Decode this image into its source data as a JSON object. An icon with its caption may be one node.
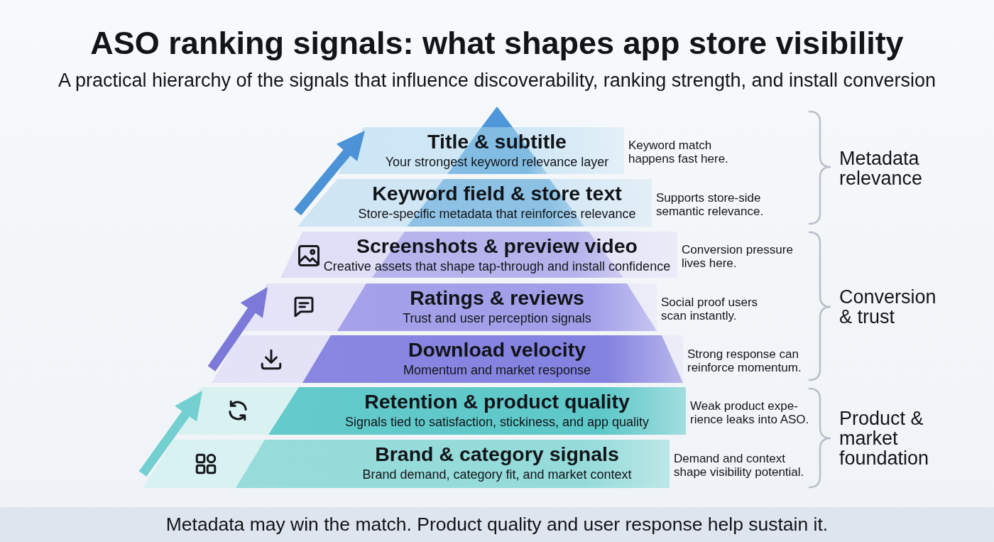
{
  "diagram": {
    "title": "ASO ranking signals: what shapes app store visibility",
    "caption": "Metadata may win the match. Product quality and user response help sustain it.",
    "nodes": [
      {
        "text": [
          "Title & subtitle",
          "Your strongest keyword relevance layer"
        ],
        "beside": [
          "Keyword match happens fast here."
        ]
      },
      {
        "text": [
          "Keyword field & store text",
          "Store-specific metadata that reinforces relevance"
        ],
        "beside": [
          "Supports store-side semantic relevance."
        ]
      },
      {
        "text": [
          "Screenshots & preview video",
          "Creative assets that shape tap-through and install confidence"
        ],
        "beside": [
          "Conversion pressure lives here."
        ]
      },
      {
        "text": [
          "Ratings & reviews",
          "Trust and user perception signals"
        ],
        "beside": [
          "Social proof users scan instantly."
        ]
      },
      {
        "text": [
          "Download velocity",
          "Momentum and market response"
        ],
        "beside": [
          "Strong response can reinforce momentum."
        ]
      },
      {
        "text": [
          "Retention & product quality",
          "Signals tied to satisfaction, stickiness, and app quality"
        ],
        "beside": [
          "Weak product expe- rience leaks into ASO."
        ]
      },
      {
        "text": [
          "Brand & category signals",
          "Brand demand, category fit, and market context"
        ],
        "beside": [
          "Demand and context shape visibility potential."
        ]
      }
    ],
    "edges": [
      {
        "from": 1,
        "to": 0,
        "arrow": "to",
        "color": "#4b93d6"
      },
      {
        "from": 4,
        "to": 3,
        "arrow": "to",
        "color": "#7c79d9"
      },
      {
        "from": 6,
        "to": 5,
        "arrow": "to",
        "color": "#74cfd0"
      }
    ],
    "labels": [
      "A practical hierarchy of the signals that influence discoverability, ranking strength, and install conversion",
      "Metadata relevance",
      "Conversion & trust",
      "Product & market foundation"
    ]
  }
}
